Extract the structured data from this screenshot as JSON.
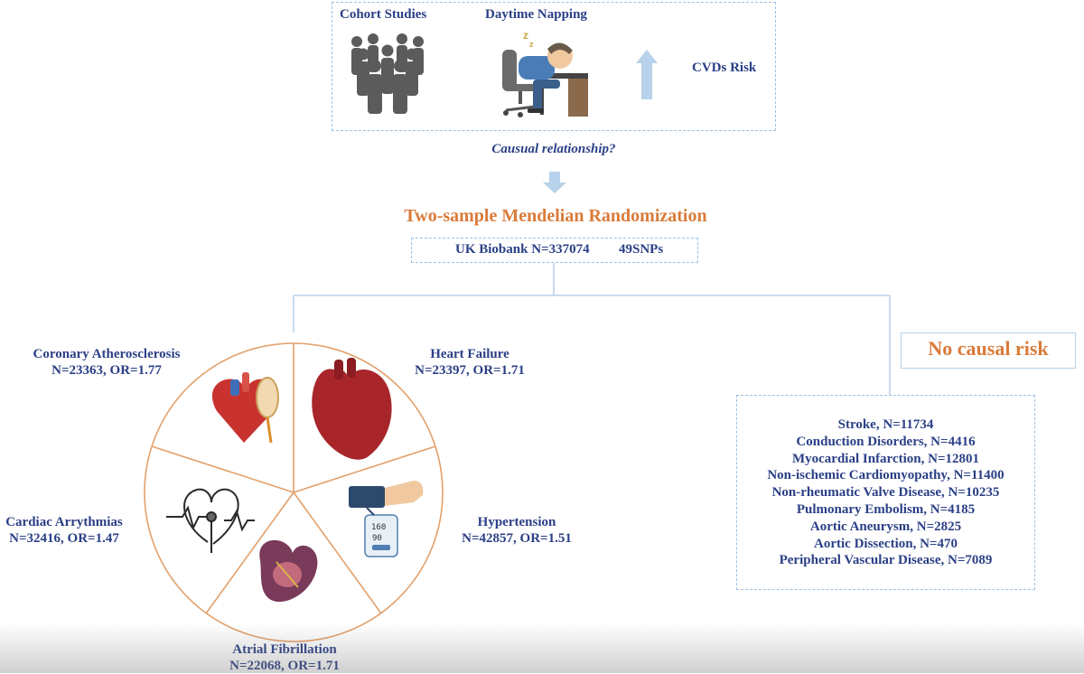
{
  "top": {
    "cohort_label": "Cohort Studies",
    "napping_label": "Daytime Napping",
    "risk_label": "CVDs Risk",
    "question": "Causual relationship?"
  },
  "method": {
    "title": "Two-sample Mendelian Randomization",
    "biobank": "UK Biobank N=337074",
    "snps": "49SNPs"
  },
  "outcomes": {
    "coronary": {
      "name": "Coronary Atherosclerosis",
      "stats": "N=23363, OR=1.77"
    },
    "heart_failure": {
      "name": "Heart Failure",
      "stats": "N=23397, OR=1.71"
    },
    "hypertension": {
      "name": "Hypertension",
      "stats": "N=42857, OR=1.51"
    },
    "atrial": {
      "name": "Atrial Fibrillation",
      "stats": "N=22068, OR=1.71"
    },
    "arrythmias": {
      "name": "Cardiac Arrythmias",
      "stats": "N=32416, OR=1.47"
    }
  },
  "no_causal": {
    "title": "No causal risk",
    "items": [
      "Stroke, N=11734",
      "Conduction Disorders, N=4416",
      "Myocardial Infarction, N=12801",
      "Non-ischemic Cardiomyopathy, N=11400",
      "Non-rheumatic Valve Disease, N=10235",
      "Pulmonary Embolism, N=4185",
      "Aortic Aneurysm, N=2825",
      "Aortic Dissection, N=470",
      "Peripheral Vascular Disease, N=7089"
    ]
  },
  "colors": {
    "title_blue": "#2a3f86",
    "accent_orange": "#d97b3a",
    "arrow_blue": "#b7d2ea",
    "dash_blue": "#9fc1e0",
    "pie_stroke": "#e3a06a"
  }
}
